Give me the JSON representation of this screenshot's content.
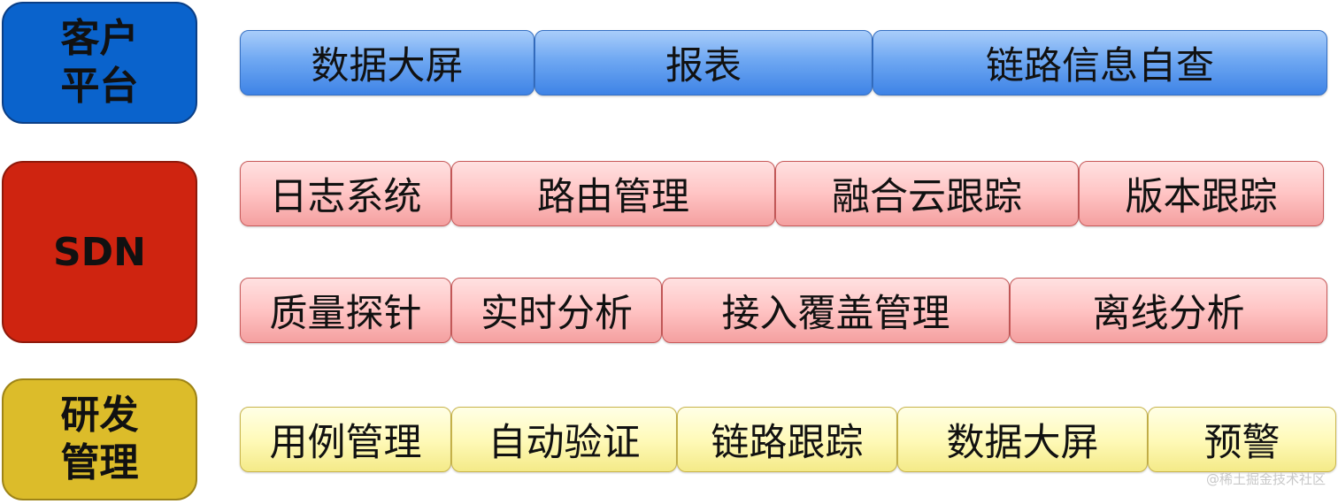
{
  "rows": [
    {
      "label": "客户\n平台",
      "color": "#0a63cc",
      "items": [
        "数据大屏",
        "报表",
        "链路信息自查"
      ]
    },
    {
      "label": "SDN",
      "color": "#cf2410",
      "items_row1": [
        "日志系统",
        "路由管理",
        "融合云跟踪",
        "版本跟踪"
      ],
      "items_row2": [
        "质量探针",
        "实时分析",
        "接入覆盖管理",
        "离线分析"
      ]
    },
    {
      "label": "研发\n管理",
      "color": "#dcbc2a",
      "items": [
        "用例管理",
        "自动验证",
        "链路跟踪",
        "数据大屏",
        "预警"
      ]
    }
  ],
  "watermark": "@稀土掘金技术社区"
}
